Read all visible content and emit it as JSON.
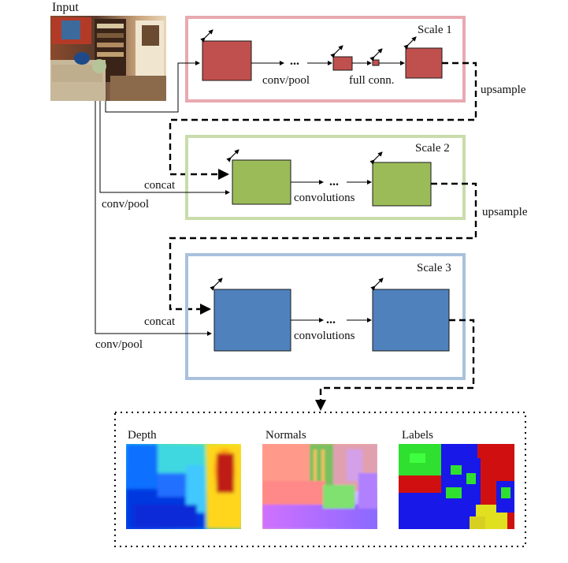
{
  "input": {
    "label": "Input"
  },
  "scales": [
    {
      "title": "Scale 1",
      "conv_label": "conv/pool",
      "ellipsis": "...",
      "fc_label": "full conn.",
      "output_label": "upsample"
    },
    {
      "title": "Scale 2",
      "input_label": "conv/pool",
      "concat_label": "concat",
      "ellipsis": "...",
      "conv_label": "convolutions",
      "output_label": "upsample"
    },
    {
      "title": "Scale 3",
      "input_label": "conv/pool",
      "concat_label": "concat",
      "ellipsis": "...",
      "conv_label": "convolutions"
    }
  ],
  "outputs": [
    {
      "label": "Depth"
    },
    {
      "label": "Normals"
    },
    {
      "label": "Labels"
    }
  ],
  "colors": {
    "scale1_frame": "#e8a9b0",
    "scale1_block": "#c0504d",
    "scale2_frame": "#c9dcaa",
    "scale2_block": "#9bbb59",
    "scale3_frame": "#a9c1dc",
    "scale3_block": "#4f81bd"
  }
}
